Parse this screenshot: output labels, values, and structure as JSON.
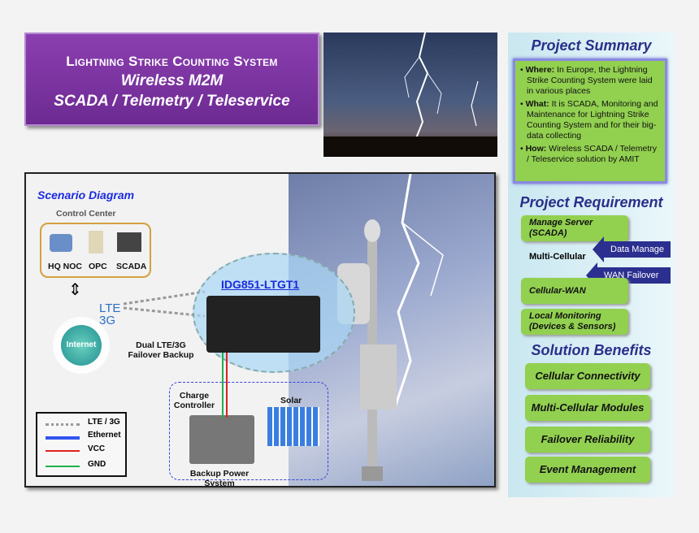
{
  "title": {
    "line1": "Lightning Strike Counting System",
    "line2": "Wireless M2M",
    "line3": "SCADA / Telemetry / Teleservice"
  },
  "summary": {
    "heading": "Project Summary",
    "items": [
      {
        "label": "Where:",
        "text": " In Europe, the Lightning Strike Counting System were laid in various places"
      },
      {
        "label": "What:",
        "text": " It is SCADA, Monitoring and Maintenance for Lightning Strike Counting System and for their big-data collecting"
      },
      {
        "label": "How:",
        "text": " Wireless SCADA / Telemetry / Teleservice solution by AMIT"
      }
    ]
  },
  "requirement": {
    "heading": "Project Requirement",
    "boxes": [
      "Manage Server (SCADA)",
      "Cellular-WAN",
      "Local Monitoring (Devices & Sensors)"
    ],
    "middle": "Multi-Cellular",
    "arrows": [
      "Data Manage",
      "WAN Failover"
    ]
  },
  "benefits": {
    "heading": "Solution Benefits",
    "items": [
      "Cellular Connectivity",
      "Multi-Cellular Modules",
      "Failover Reliability",
      "Event Management"
    ]
  },
  "diagram": {
    "heading": "Scenario Diagram",
    "control_center": "Control Center",
    "nodes": [
      "HQ NOC",
      "OPC",
      "SCADA"
    ],
    "internet": "Internet",
    "lte": "LTE",
    "g3": "3G",
    "device": "IDG851-LTGT1",
    "failover": "Dual LTE/3G Failover Backup",
    "charge": "Charge Controller",
    "solar": "Solar",
    "backup": "Backup Power System",
    "legend": [
      {
        "label": "LTE / 3G",
        "color": "#999999"
      },
      {
        "label": "Ethernet",
        "color": "#3355ee"
      },
      {
        "label": "VCC",
        "color": "#e02020"
      },
      {
        "label": "GND",
        "color": "#20b050"
      }
    ]
  },
  "colors": {
    "title_bg": "#7a3399",
    "green": "#92d050",
    "navy": "#2b2f8f",
    "heading": "#2a2f8a"
  }
}
